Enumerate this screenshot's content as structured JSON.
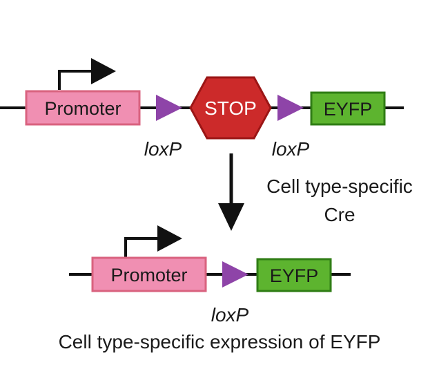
{
  "construct_top": {
    "promoter_label": "Promoter",
    "stop_label": "STOP",
    "reporter_label": "EYFP",
    "loxp_left_label": "loxP",
    "loxp_right_label": "loxP"
  },
  "transition": {
    "label_line1": "Cell type-specific",
    "label_line2": "Cre"
  },
  "construct_bottom": {
    "promoter_label": "Promoter",
    "reporter_label": "EYFP",
    "loxp_label": "loxP"
  },
  "caption": "Cell type-specific expression of EYFP",
  "colors": {
    "promoter_fill": "#f08fb2",
    "promoter_stroke": "#d9627f",
    "stop_fill": "#cc2a2a",
    "stop_stroke": "#9b1515",
    "reporter_fill": "#5db42f",
    "reporter_stroke": "#2f7d14",
    "loxp": "#8e44a8",
    "line": "#111111"
  },
  "icons": {
    "transcription_start": "bent-arrow-icon",
    "loxp_site": "triangle-icon",
    "stop_sign": "hexagon-icon",
    "recombination": "down-arrow-icon"
  }
}
